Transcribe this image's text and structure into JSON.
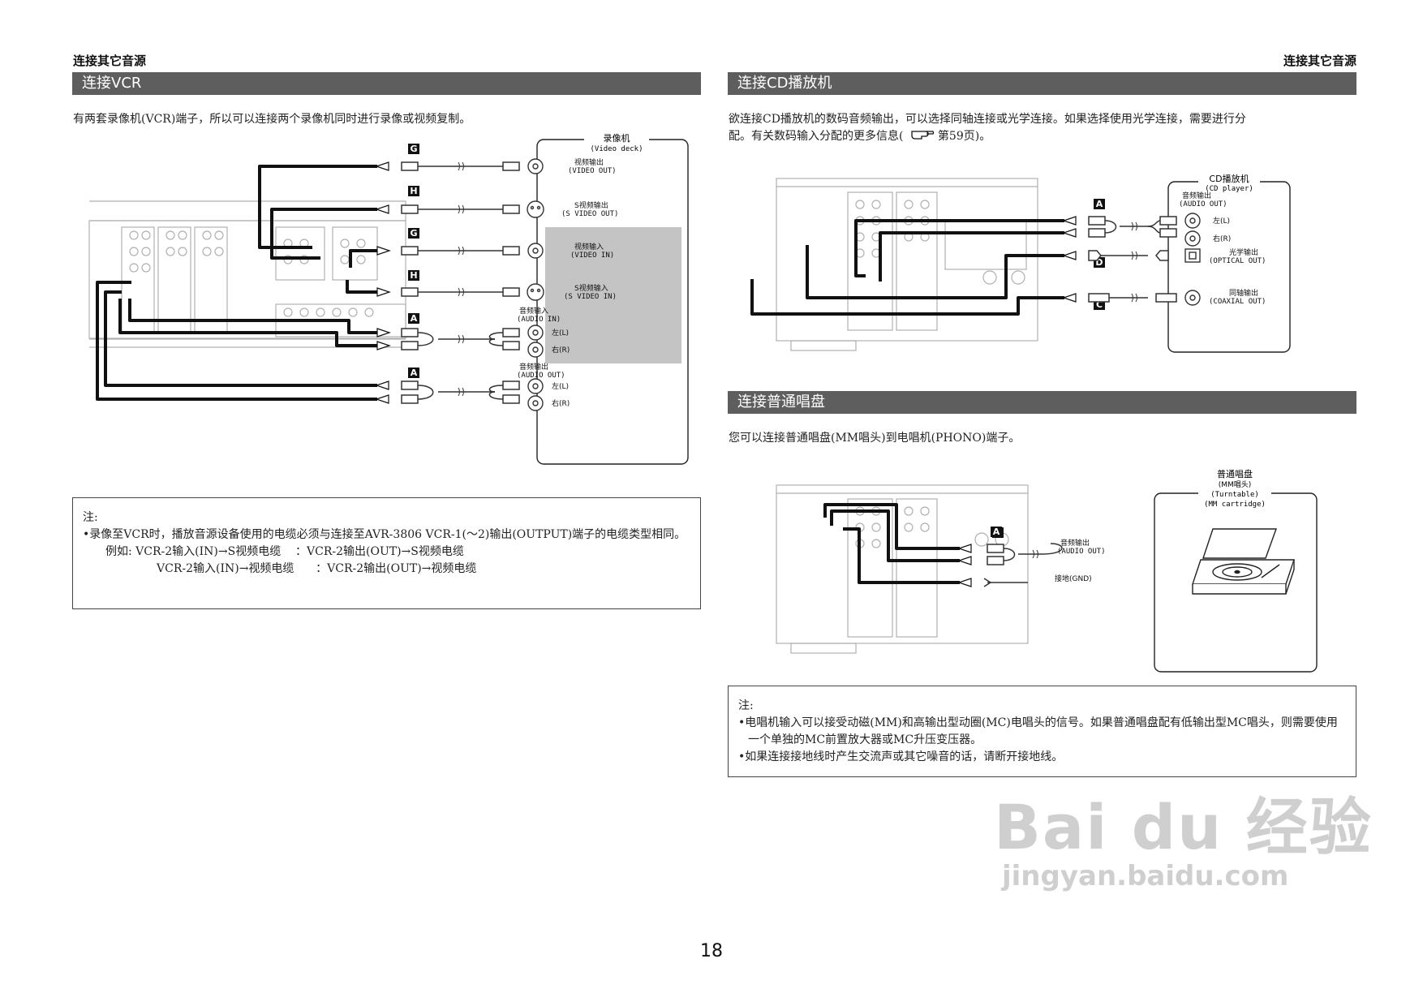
{
  "header_left": "连接其它音源",
  "header_right": "连接其它音源",
  "vcr": {
    "title": "连接VCR",
    "intro": "有两套录像机(VCR)端子，所以可以连接两个录像机同时进行录像或视频复制。",
    "device_name": "录像机",
    "device_name_en": "(Video deck)",
    "labels": {
      "video_out": "视频输出",
      "video_out_en": "(VIDEO OUT)",
      "s_video_out": "S视频输出",
      "s_video_out_en": "(S VIDEO OUT)",
      "video_in": "视频输入",
      "video_in_en": "(VIDEO IN)",
      "s_video_in": "S视频输入",
      "s_video_in_en": "(S VIDEO IN)",
      "audio_in": "音频输入",
      "audio_in_en": "(AUDIO IN)",
      "audio_out": "音频输出",
      "audio_out_en": "(AUDIO OUT)",
      "left": "左(L)",
      "right": "右(R)"
    },
    "cable_tags": [
      "G",
      "H",
      "G",
      "H",
      "A",
      "A"
    ],
    "note": {
      "heading": "注:",
      "line1": "•录像至VCR时，播放音源设备使用的电缆必须与连接至AVR-3806 VCR-1(～2)输出(OUTPUT)端子的电缆类型相同。",
      "ex_label": "例如:",
      "ex1": "VCR-2输入(IN)→S视频电缆    ：VCR-2输出(OUT)→S视频电缆",
      "ex2": "VCR-2输入(IN)→视频电缆      ：VCR-2输出(OUT)→视频电缆"
    }
  },
  "cd": {
    "title": "连接CD播放机",
    "intro_1": "欲连接CD播放机的数码音频输出，可以选择同轴连接或光学连接。如果选择使用光学连接，需要进行分",
    "intro_2": "配。有关数码输入分配的更多信息(",
    "intro_3": "第59页)。",
    "device_name": "CD播放机",
    "device_name_en": "(CD player)",
    "labels": {
      "audio_out": "音频输出",
      "audio_out_en": "(AUDIO OUT)",
      "left": "左(L)",
      "right": "右(R)",
      "optical_out": "光学输出",
      "optical_out_en": "(OPTICAL OUT)",
      "coaxial_out": "同轴输出",
      "coaxial_out_en": "(COAXIAL OUT)"
    },
    "cable_tags": [
      "A",
      "D",
      "C"
    ]
  },
  "phono": {
    "title": "连接普通唱盘",
    "intro": "您可以连接普通唱盘(MM唱头)到电唱机(PHONO)端子。",
    "device_name": "普通唱盘",
    "device_name_2": "(MM唱头)",
    "device_name_en": "(Turntable)",
    "device_name_en_2": "(MM cartridge)",
    "labels": {
      "audio_out": "音频输出",
      "audio_out_en": "(AUDIO OUT)",
      "gnd": "接地(GND)"
    },
    "cable_tags": [
      "A"
    ],
    "note": {
      "heading": "注:",
      "line1": "•电唱机输入可以接受动磁(MM)和高输出型动圈(MC)电唱头的信号。如果普通唱盘配有低输出型MC唱头，则需要使用一个单独的MC前置放大器或MC升压变压器。",
      "line2": "•如果连接接地线时产生交流声或其它噪音的话，请断开接地线。"
    }
  },
  "page_number": "18",
  "watermark": {
    "main": "Bai du 经验",
    "url": "jingyan.baidu.com"
  }
}
